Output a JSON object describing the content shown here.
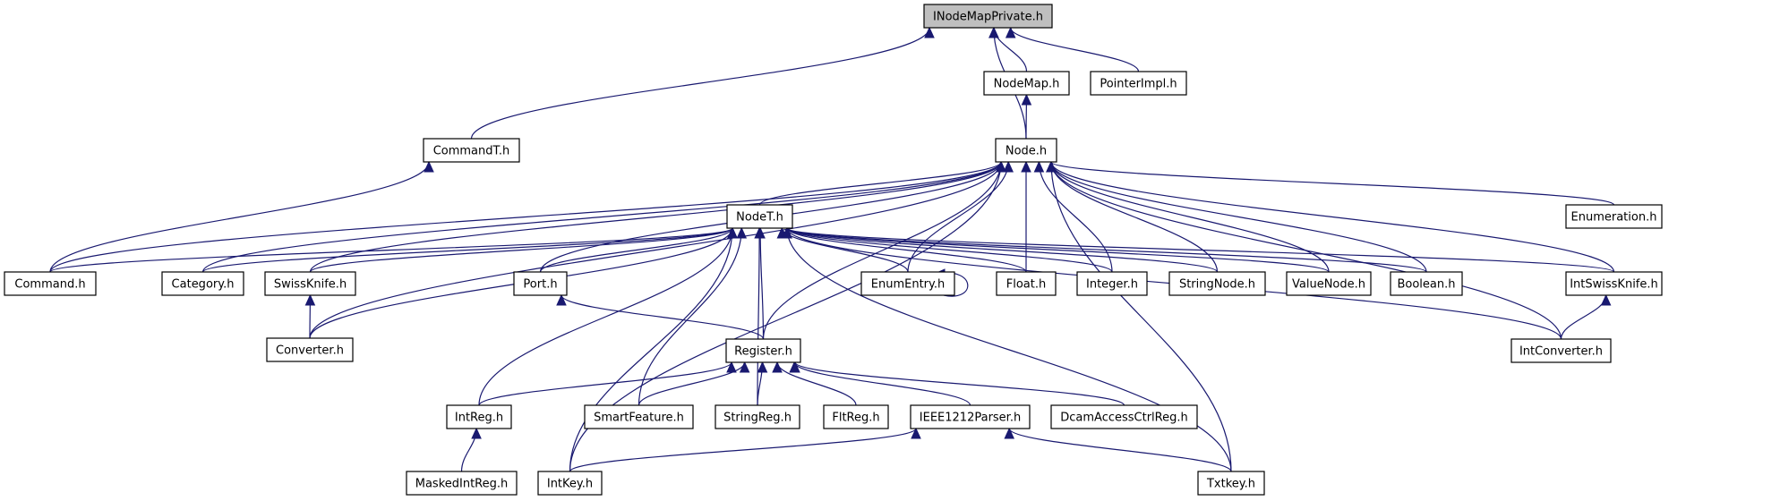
{
  "diagram": {
    "type": "include-dependency-graph",
    "root": "INodeMapPrivate.h",
    "colors": {
      "edge": "#191970",
      "root_fill": "#bfbfbf",
      "node_fill": "#ffffff",
      "node_border": "#000000"
    },
    "nodes": [
      {
        "id": "INodeMapPrivate",
        "label": "INodeMapPrivate.h",
        "root": true
      },
      {
        "id": "NodeMap",
        "label": "NodeMap.h"
      },
      {
        "id": "PointerImpl",
        "label": "PointerImpl.h"
      },
      {
        "id": "CommandT",
        "label": "CommandT.h"
      },
      {
        "id": "Node",
        "label": "Node.h"
      },
      {
        "id": "NodeT",
        "label": "NodeT.h"
      },
      {
        "id": "Enumeration",
        "label": "Enumeration.h"
      },
      {
        "id": "Command",
        "label": "Command.h"
      },
      {
        "id": "Category",
        "label": "Category.h"
      },
      {
        "id": "SwissKnife",
        "label": "SwissKnife.h"
      },
      {
        "id": "Port",
        "label": "Port.h"
      },
      {
        "id": "EnumEntry",
        "label": "EnumEntry.h"
      },
      {
        "id": "Float",
        "label": "Float.h"
      },
      {
        "id": "Integer",
        "label": "Integer.h"
      },
      {
        "id": "StringNode",
        "label": "StringNode.h"
      },
      {
        "id": "ValueNode",
        "label": "ValueNode.h"
      },
      {
        "id": "Boolean",
        "label": "Boolean.h"
      },
      {
        "id": "IntSwissKnife",
        "label": "IntSwissKnife.h"
      },
      {
        "id": "Converter",
        "label": "Converter.h"
      },
      {
        "id": "Register",
        "label": "Register.h"
      },
      {
        "id": "IntConverter",
        "label": "IntConverter.h"
      },
      {
        "id": "IntReg",
        "label": "IntReg.h"
      },
      {
        "id": "SmartFeature",
        "label": "SmartFeature.h"
      },
      {
        "id": "StringReg",
        "label": "StringReg.h"
      },
      {
        "id": "FltReg",
        "label": "FltReg.h"
      },
      {
        "id": "IEEE1212Parser",
        "label": "IEEE1212Parser.h"
      },
      {
        "id": "DcamAccessCtrlReg",
        "label": "DcamAccessCtrlReg.h"
      },
      {
        "id": "MaskedIntReg",
        "label": "MaskedIntReg.h"
      },
      {
        "id": "IntKey",
        "label": "IntKey.h"
      },
      {
        "id": "Txtkey",
        "label": "Txtkey.h"
      }
    ],
    "edges": [
      [
        "CommandT",
        "INodeMapPrivate"
      ],
      [
        "Node",
        "INodeMapPrivate"
      ],
      [
        "NodeMap",
        "INodeMapPrivate"
      ],
      [
        "PointerImpl",
        "INodeMapPrivate"
      ],
      [
        "Node",
        "NodeMap"
      ],
      [
        "Command",
        "CommandT"
      ],
      [
        "Command",
        "Node"
      ],
      [
        "Category",
        "Node"
      ],
      [
        "SwissKnife",
        "Node"
      ],
      [
        "Converter",
        "Node"
      ],
      [
        "Port",
        "Node"
      ],
      [
        "IntKey",
        "Node"
      ],
      [
        "NodeT",
        "Node"
      ],
      [
        "EnumEntry",
        "Node"
      ],
      [
        "Float",
        "Node"
      ],
      [
        "Integer",
        "Node"
      ],
      [
        "StringNode",
        "Node"
      ],
      [
        "ValueNode",
        "Node"
      ],
      [
        "Boolean",
        "Node"
      ],
      [
        "Enumeration",
        "Node"
      ],
      [
        "IntSwissKnife",
        "Node"
      ],
      [
        "IntConverter",
        "Node"
      ],
      [
        "Register",
        "Node"
      ],
      [
        "Txtkey",
        "Node"
      ],
      [
        "Command",
        "NodeT"
      ],
      [
        "Category",
        "NodeT"
      ],
      [
        "SwissKnife",
        "NodeT"
      ],
      [
        "Converter",
        "NodeT"
      ],
      [
        "Port",
        "NodeT"
      ],
      [
        "IntReg",
        "NodeT"
      ],
      [
        "IntKey",
        "NodeT"
      ],
      [
        "SmartFeature",
        "NodeT"
      ],
      [
        "Register",
        "NodeT"
      ],
      [
        "StringReg",
        "NodeT"
      ],
      [
        "Txtkey",
        "NodeT"
      ],
      [
        "EnumEntry",
        "NodeT"
      ],
      [
        "Float",
        "NodeT"
      ],
      [
        "Integer",
        "NodeT"
      ],
      [
        "StringNode",
        "NodeT"
      ],
      [
        "ValueNode",
        "NodeT"
      ],
      [
        "Boolean",
        "NodeT"
      ],
      [
        "IntSwissKnife",
        "NodeT"
      ],
      [
        "IntConverter",
        "NodeT"
      ],
      [
        "EnumEntry",
        "EnumEntry"
      ],
      [
        "Converter",
        "SwissKnife"
      ],
      [
        "IntConverter",
        "IntSwissKnife"
      ],
      [
        "Register",
        "Port"
      ],
      [
        "IntReg",
        "Register"
      ],
      [
        "SmartFeature",
        "Register"
      ],
      [
        "StringReg",
        "Register"
      ],
      [
        "FltReg",
        "Register"
      ],
      [
        "IEEE1212Parser",
        "Register"
      ],
      [
        "DcamAccessCtrlReg",
        "Register"
      ],
      [
        "MaskedIntReg",
        "IntReg"
      ],
      [
        "IntKey",
        "IEEE1212Parser"
      ],
      [
        "Txtkey",
        "IEEE1212Parser"
      ]
    ]
  }
}
